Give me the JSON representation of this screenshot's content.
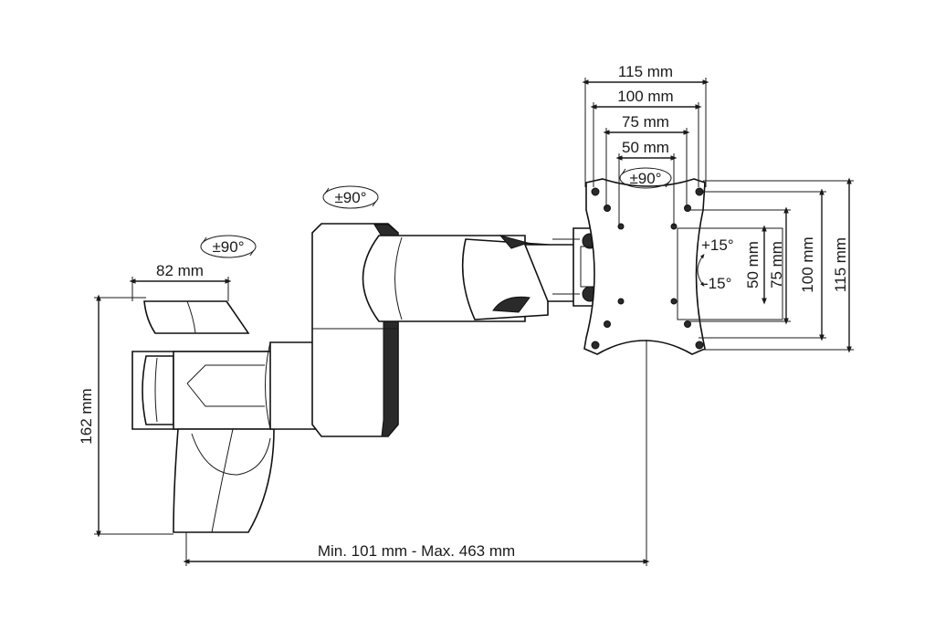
{
  "dimensions": {
    "vesa_115_h": "115 mm",
    "vesa_100_h": "100 mm",
    "vesa_75_h": "75 mm",
    "vesa_50_h": "50 mm",
    "vesa_50_v": "50 mm",
    "vesa_75_v": "75 mm",
    "vesa_100_v": "100 mm",
    "vesa_115_v": "115 mm",
    "clamp_width": "82 mm",
    "height": "162 mm",
    "reach": "Min. 101 mm - Max. 463 mm"
  },
  "rotations": {
    "swivel_base": "±90°",
    "swivel_elbow": "±90°",
    "rotate_plate": "±90°",
    "tilt_up": "+15°",
    "tilt_down": "-15°"
  }
}
